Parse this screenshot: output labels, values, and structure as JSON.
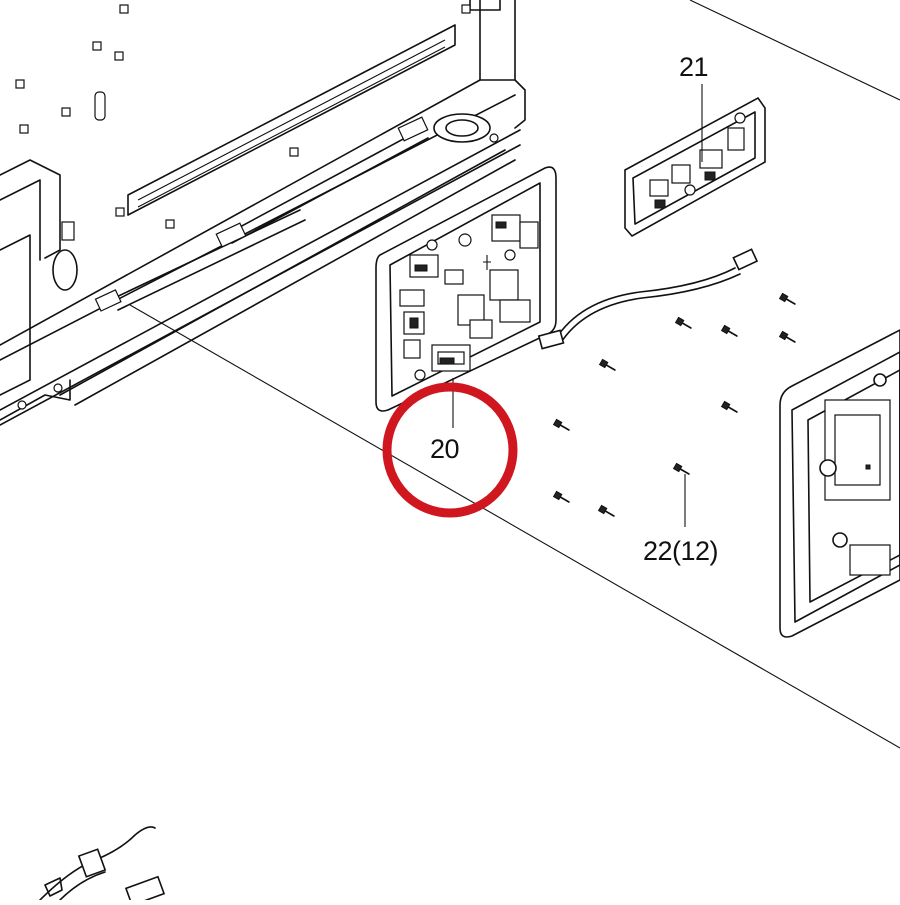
{
  "callouts": {
    "part_20": "20",
    "part_21": "21",
    "part_22": "22(12)"
  },
  "highlight": {
    "target": "20",
    "color": "#d0161e"
  }
}
